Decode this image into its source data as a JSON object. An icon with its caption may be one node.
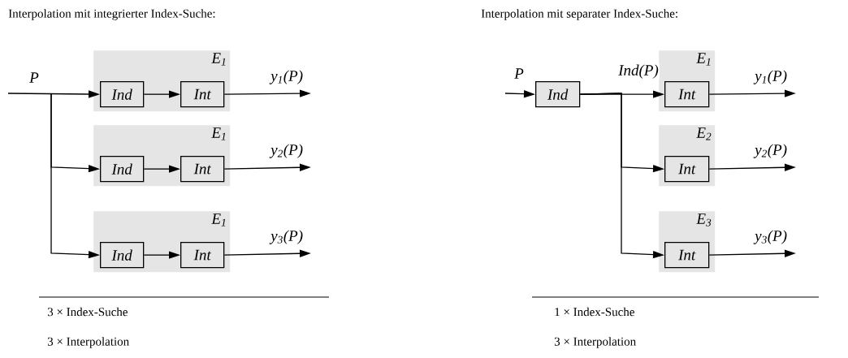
{
  "diagram": {
    "nodes": [
      {
        "text": [
          "E$_{1}$"
        ]
      },
      {
        "text": [
          "Ind"
        ],
        "in": 0
      },
      {
        "text": [
          "Int"
        ],
        "in": 0
      },
      {
        "text": [
          "E$_{1}$"
        ]
      },
      {
        "text": [
          "Ind"
        ],
        "in": 3
      },
      {
        "text": [
          "Int"
        ],
        "in": 3
      },
      {
        "text": [
          "E$_{1}$"
        ]
      },
      {
        "text": [
          "Ind"
        ],
        "in": 6
      },
      {
        "text": [
          "Int"
        ],
        "in": 6
      },
      {
        "text": [
          "Ind"
        ]
      },
      {
        "text": [
          "E$_{1}$"
        ]
      },
      {
        "text": [
          "Int"
        ],
        "in": 10
      },
      {
        "text": [
          "E$_{2}$"
        ]
      },
      {
        "text": [
          "Int"
        ],
        "in": 12
      },
      {
        "text": [
          "E$_{3}$"
        ]
      },
      {
        "text": [
          "Int"
        ],
        "in": 14
      }
    ],
    "edges": [
      {
        "from": null,
        "to": 1,
        "arrow": "to",
        "label": "P"
      },
      {
        "from": null,
        "to": 4,
        "arrow": "to"
      },
      {
        "from": null,
        "to": 7,
        "arrow": "to"
      },
      {
        "from": 1,
        "to": 2,
        "arrow": "to"
      },
      {
        "from": 4,
        "to": 5,
        "arrow": "to"
      },
      {
        "from": 7,
        "to": 8,
        "arrow": "to"
      },
      {
        "from": 2,
        "to": null,
        "arrow": "to",
        "label": "y$_{1}$(P)"
      },
      {
        "from": 5,
        "to": null,
        "arrow": "to",
        "label": "y$_{2}$(P)"
      },
      {
        "from": 8,
        "to": null,
        "arrow": "to",
        "label": "y$_{3}$(P)"
      },
      {
        "from": null,
        "to": 9,
        "arrow": "to",
        "label": "P"
      },
      {
        "from": 9,
        "to": 11,
        "arrow": "to",
        "label": "Ind(P)"
      },
      {
        "from": 9,
        "to": 13,
        "arrow": "to"
      },
      {
        "from": 9,
        "to": 15,
        "arrow": "to"
      },
      {
        "from": 11,
        "to": null,
        "arrow": "to",
        "label": "y$_{1}$(P)"
      },
      {
        "from": 13,
        "to": null,
        "arrow": "to",
        "label": "y$_{2}$(P)"
      },
      {
        "from": 15,
        "to": null,
        "arrow": "to",
        "label": "y$_{3}$(P)"
      }
    ],
    "labels": [
      "Interpolation mit integrierter Index-Suche:",
      "Interpolation mit separater Index-Suche:",
      "3 × Index-Suche",
      "3 × Interpolation",
      "1 × Index-Suche",
      "3 × Interpolation"
    ]
  }
}
